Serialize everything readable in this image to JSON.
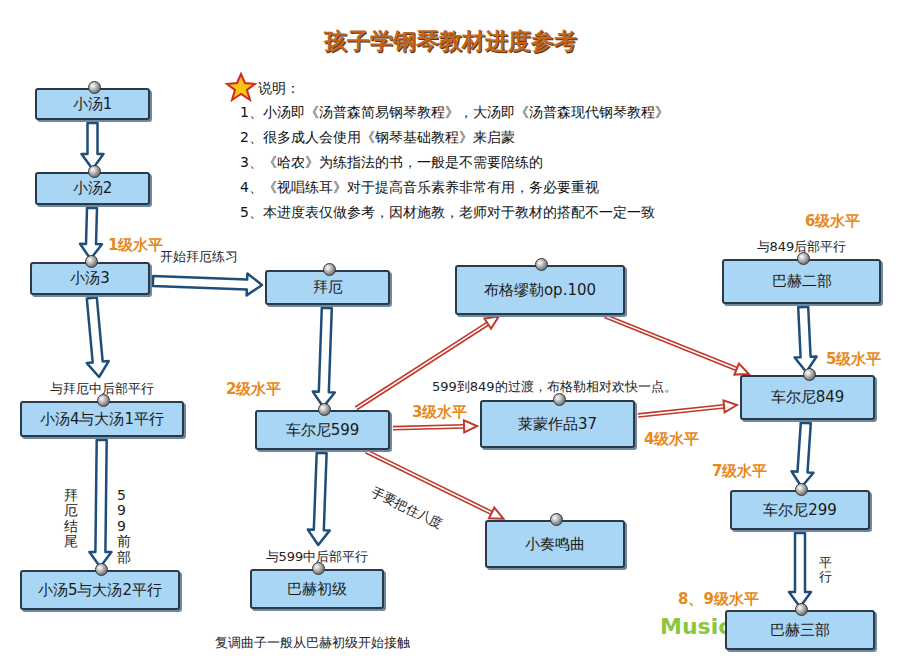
{
  "diagram": {
    "title": "孩子学钢琴教材进度参考",
    "nodes": [
      {
        "text": [
          "小汤1"
        ]
      },
      {
        "text": [
          "小汤2"
        ]
      },
      {
        "text": [
          "小汤3"
        ]
      },
      {
        "text": [
          "拜厄"
        ]
      },
      {
        "text": [
          "布格缪勒op.100"
        ]
      },
      {
        "text": [
          "与849后部平行",
          "巴赫二部"
        ]
      },
      {
        "text": [
          "与拜厄中后部平行",
          "小汤4与大汤1平行"
        ]
      },
      {
        "text": [
          "车尔尼599"
        ]
      },
      {
        "text": [
          "莱蒙作品37"
        ]
      },
      {
        "text": [
          "车尔尼849"
        ]
      },
      {
        "text": [
          "车尔尼299"
        ]
      },
      {
        "text": [
          "小奏鸣曲"
        ]
      },
      {
        "text": [
          "小汤5与大汤2平行"
        ]
      },
      {
        "text": [
          "与599中后部平行",
          "巴赫初级"
        ]
      },
      {
        "text": [
          "巴赫三部"
        ]
      }
    ],
    "edges": [
      {
        "from": 0,
        "to": 1,
        "arrow": "to"
      },
      {
        "from": 1,
        "to": 2,
        "arrow": "to"
      },
      {
        "from": 2,
        "to": 3,
        "label": "开始拜厄练习",
        "arrow": "to"
      },
      {
        "from": 2,
        "to": 6,
        "arrow": "to"
      },
      {
        "from": 6,
        "to": 12,
        "arrow": "to"
      },
      {
        "from": 3,
        "to": 7,
        "arrow": "to"
      },
      {
        "from": 7,
        "to": 13,
        "arrow": "to"
      },
      {
        "from": 7,
        "to": 4,
        "arrow": "to"
      },
      {
        "from": 7,
        "to": 8,
        "arrow": "to"
      },
      {
        "from": 7,
        "to": 11,
        "label": "手要把住八度",
        "arrow": "to"
      },
      {
        "from": 4,
        "to": 9,
        "arrow": "to"
      },
      {
        "from": 8,
        "to": 9,
        "arrow": "to"
      },
      {
        "from": 5,
        "to": 9,
        "arrow": "to"
      },
      {
        "from": 9,
        "to": 10,
        "arrow": "to"
      },
      {
        "from": 10,
        "to": 14,
        "label": "平行",
        "arrow": "to"
      }
    ],
    "labels": [
      "说明：",
      "1、小汤即《汤普森简易钢琴教程》，大汤即《汤普森现代钢琴教程》",
      "2、很多成人会使用《钢琴基础教程》来启蒙",
      "3、《哈农》为练指法的书，一般是不需要陪练的",
      "4、《视唱练耳》对于提高音乐素养非常有用，务必要重视",
      "5、本进度表仅做参考，因材施教，老师对于教材的搭配不一定一致",
      "1级水平",
      "2级水平",
      "3级水平",
      "4级水平",
      "599到849的过渡，布格勒相对欢快一点。",
      "6级水平",
      "5级水平",
      "7级水平",
      "8、9级水平",
      "拜厄结尾",
      "599前部",
      "复调曲子一般从巴赫初级开始接触",
      "Music"
    ]
  }
}
